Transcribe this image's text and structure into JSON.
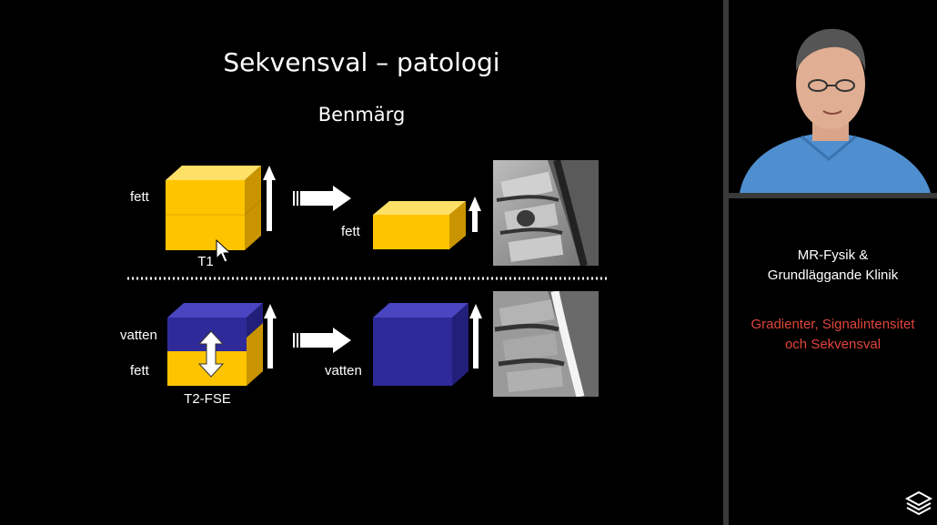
{
  "slide": {
    "title": "Sekvensval – patologi",
    "subtitle": "Benmärg",
    "top_row": {
      "left_label": "fett",
      "sequence_label": "T1",
      "result_label": "fett"
    },
    "bottom_row": {
      "left_label_water": "vatten",
      "left_label_fat": "fett",
      "sequence_label": "T2-FSE",
      "result_label": "vatten"
    }
  },
  "sidebar": {
    "title_line1": "MR-Fysik &",
    "title_line2": "Grundläggande Klinik",
    "red_line1": "Gradienter, Signalintensitet",
    "red_line2": "och Sekvensval"
  },
  "colors": {
    "fat_yellow": "#ffc400",
    "water_blue": "#2e2a9a",
    "accent_red": "#e0453b"
  },
  "icons": {
    "cursor": "mouse-pointer-icon",
    "logo": "layers-logo-icon"
  }
}
